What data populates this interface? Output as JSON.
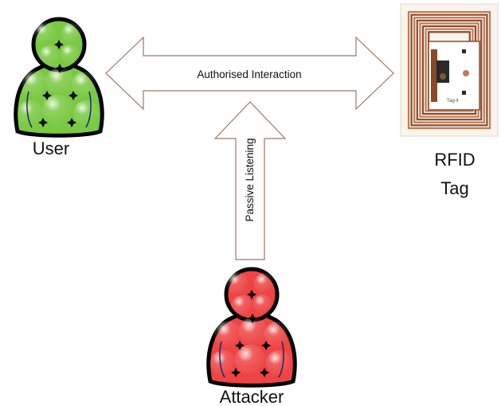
{
  "labels": {
    "user": "User",
    "tag_line1": "RFID",
    "tag_line2": "Tag",
    "attacker": "Attacker",
    "authorised": "Authorised Interaction",
    "passive": "Passive Listening",
    "tag_chip_text": "Tag-it"
  },
  "colors": {
    "user_fill": "#7ac943",
    "user_stroke": "#000000",
    "attacker_fill": "#ee4444",
    "attacker_stroke": "#000000",
    "arrow_stroke": "#9b7a63",
    "arrow_fill": "#ffffff",
    "coil": "#c27a52",
    "coil_dark": "#8a4a2a"
  },
  "icons": {
    "user": "user-person-icon",
    "attacker": "attacker-person-icon",
    "tag": "rfid-tag-image"
  }
}
